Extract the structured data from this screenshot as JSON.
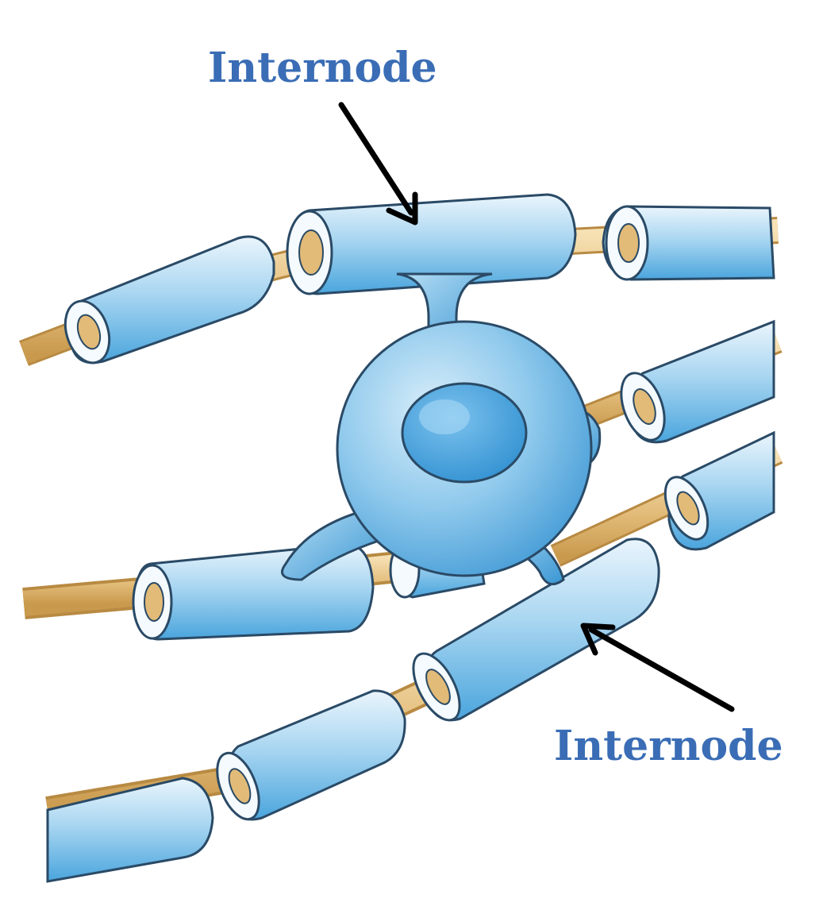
{
  "labels": {
    "top": "Internode",
    "bottom": "Internode"
  },
  "colors": {
    "label_text": "#3a6db5",
    "arrow": "#000000",
    "myelin_light": "#d6ecf8",
    "myelin_mid": "#8cc8ec",
    "myelin_dark": "#3a9bd6",
    "myelin_outline": "#2a4a66",
    "axon_light": "#f3d69e",
    "axon_dark": "#c99a4e",
    "cell_body": "#6fb4e2",
    "nucleus": "#3a9bd6"
  },
  "icons": {
    "cell": "oligodendrocyte-illustration",
    "arrow": "pointer-arrow"
  }
}
